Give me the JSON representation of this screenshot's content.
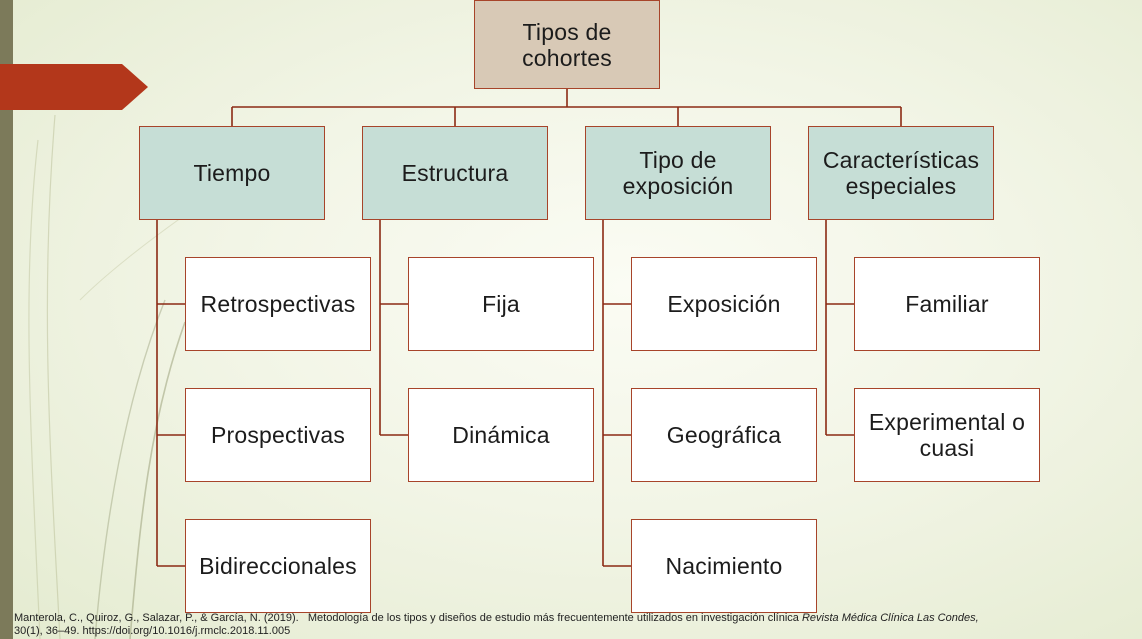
{
  "diagram": {
    "root": "Tipos de\ncohortes",
    "categories": [
      {
        "label": "Tiempo",
        "items": [
          "Retrospectivas",
          "Prospectivas",
          "Bidireccionales"
        ]
      },
      {
        "label": "Estructura",
        "items": [
          "Fija",
          "Dinámica"
        ]
      },
      {
        "label": "Tipo de\nexposición",
        "items": [
          "Exposición",
          "Geográfica",
          "Nacimiento"
        ]
      },
      {
        "label": "Características\nespeciales",
        "items": [
          "Familiar",
          "Experimental o\ncuasi"
        ]
      }
    ]
  },
  "citation": {
    "authors": "Manterola, C., Quiroz, G., Salazar, P., & García, N. (2019).",
    "title": "Metodología de los tipos y diseños de estudio más frecuentemente utilizados en investigación clínica",
    "journal": "Revista Médica Clínica Las Condes,",
    "details": "30(1), 36–49. https://doi.org/10.1016/j.rmclc.2018.11.005"
  },
  "colors": {
    "connector": "#8b2a14",
    "border": "#a7442a",
    "root_fill": "#d8c9b6",
    "category_fill": "#c6ded6",
    "leaf_fill": "#ffffff",
    "ribbon": "#b3371b",
    "left_bar": "#7c7a5a"
  }
}
